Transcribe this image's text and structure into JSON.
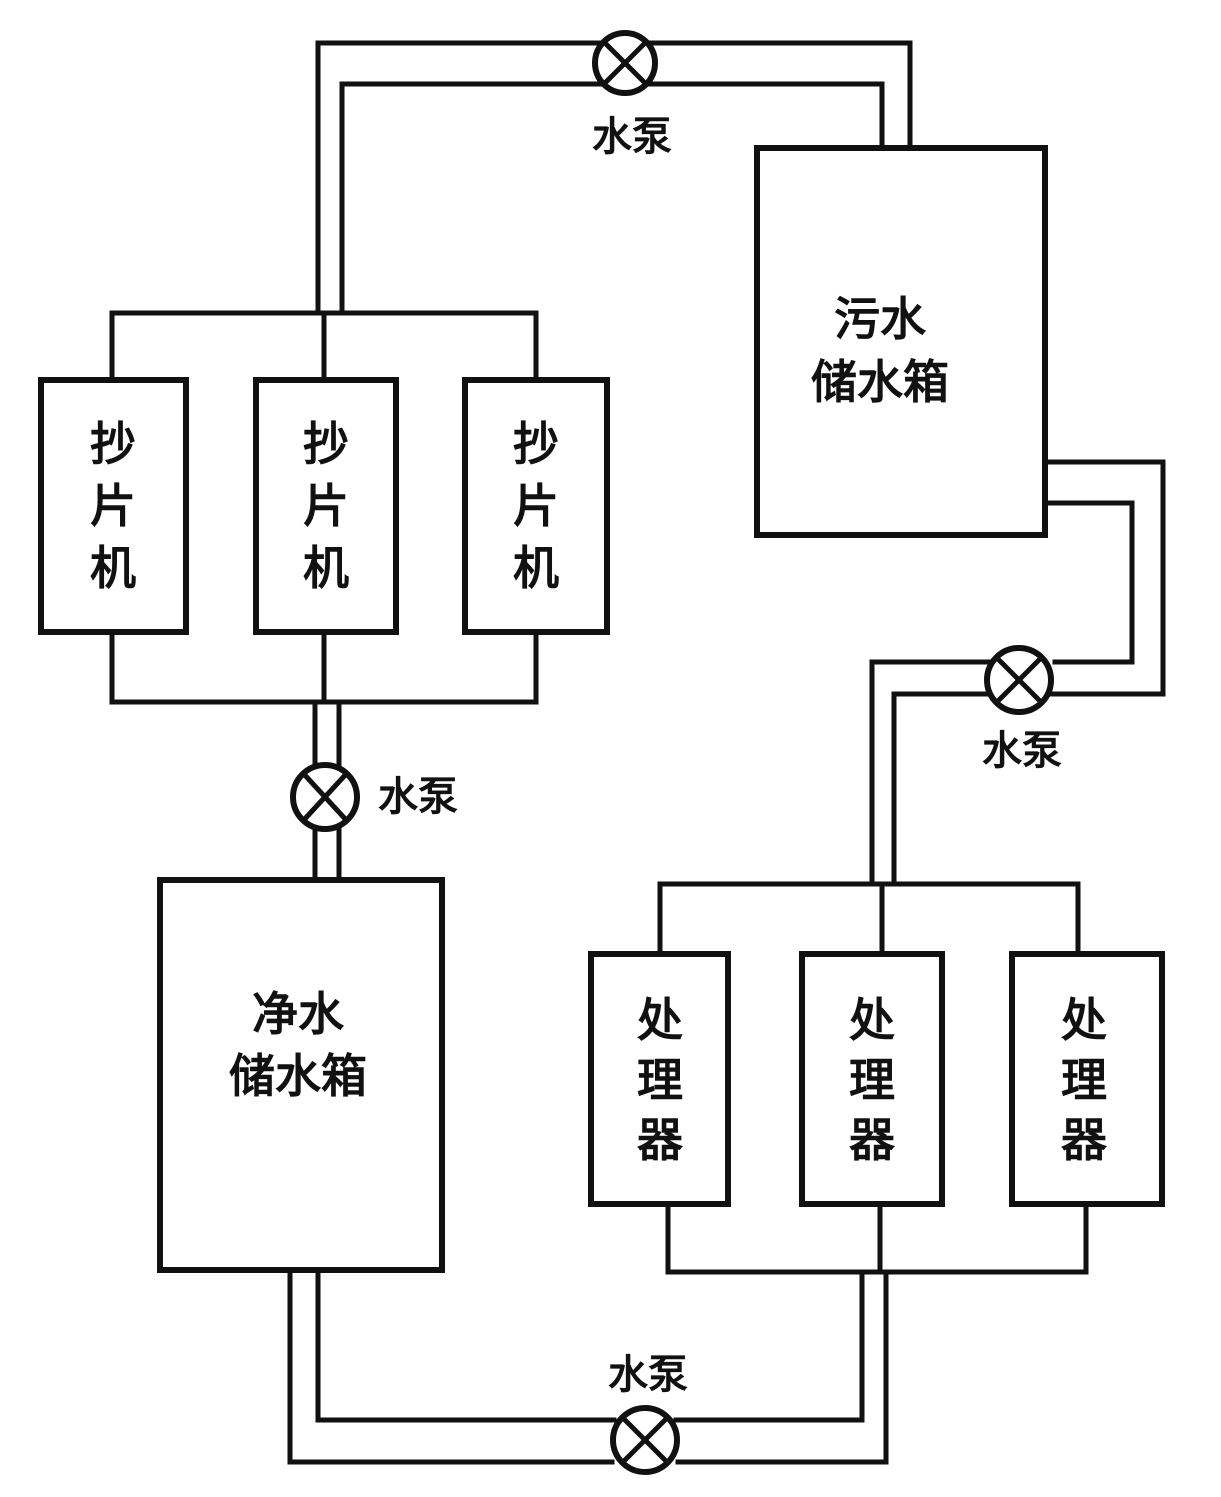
{
  "labels": {
    "pump": "水泵",
    "copier": [
      "抄",
      "片",
      "机"
    ],
    "processor": [
      "处",
      "理",
      "器"
    ],
    "dirty_tank": [
      "污水",
      "储水箱"
    ],
    "clean_tank": [
      "净水",
      "储水箱"
    ]
  }
}
